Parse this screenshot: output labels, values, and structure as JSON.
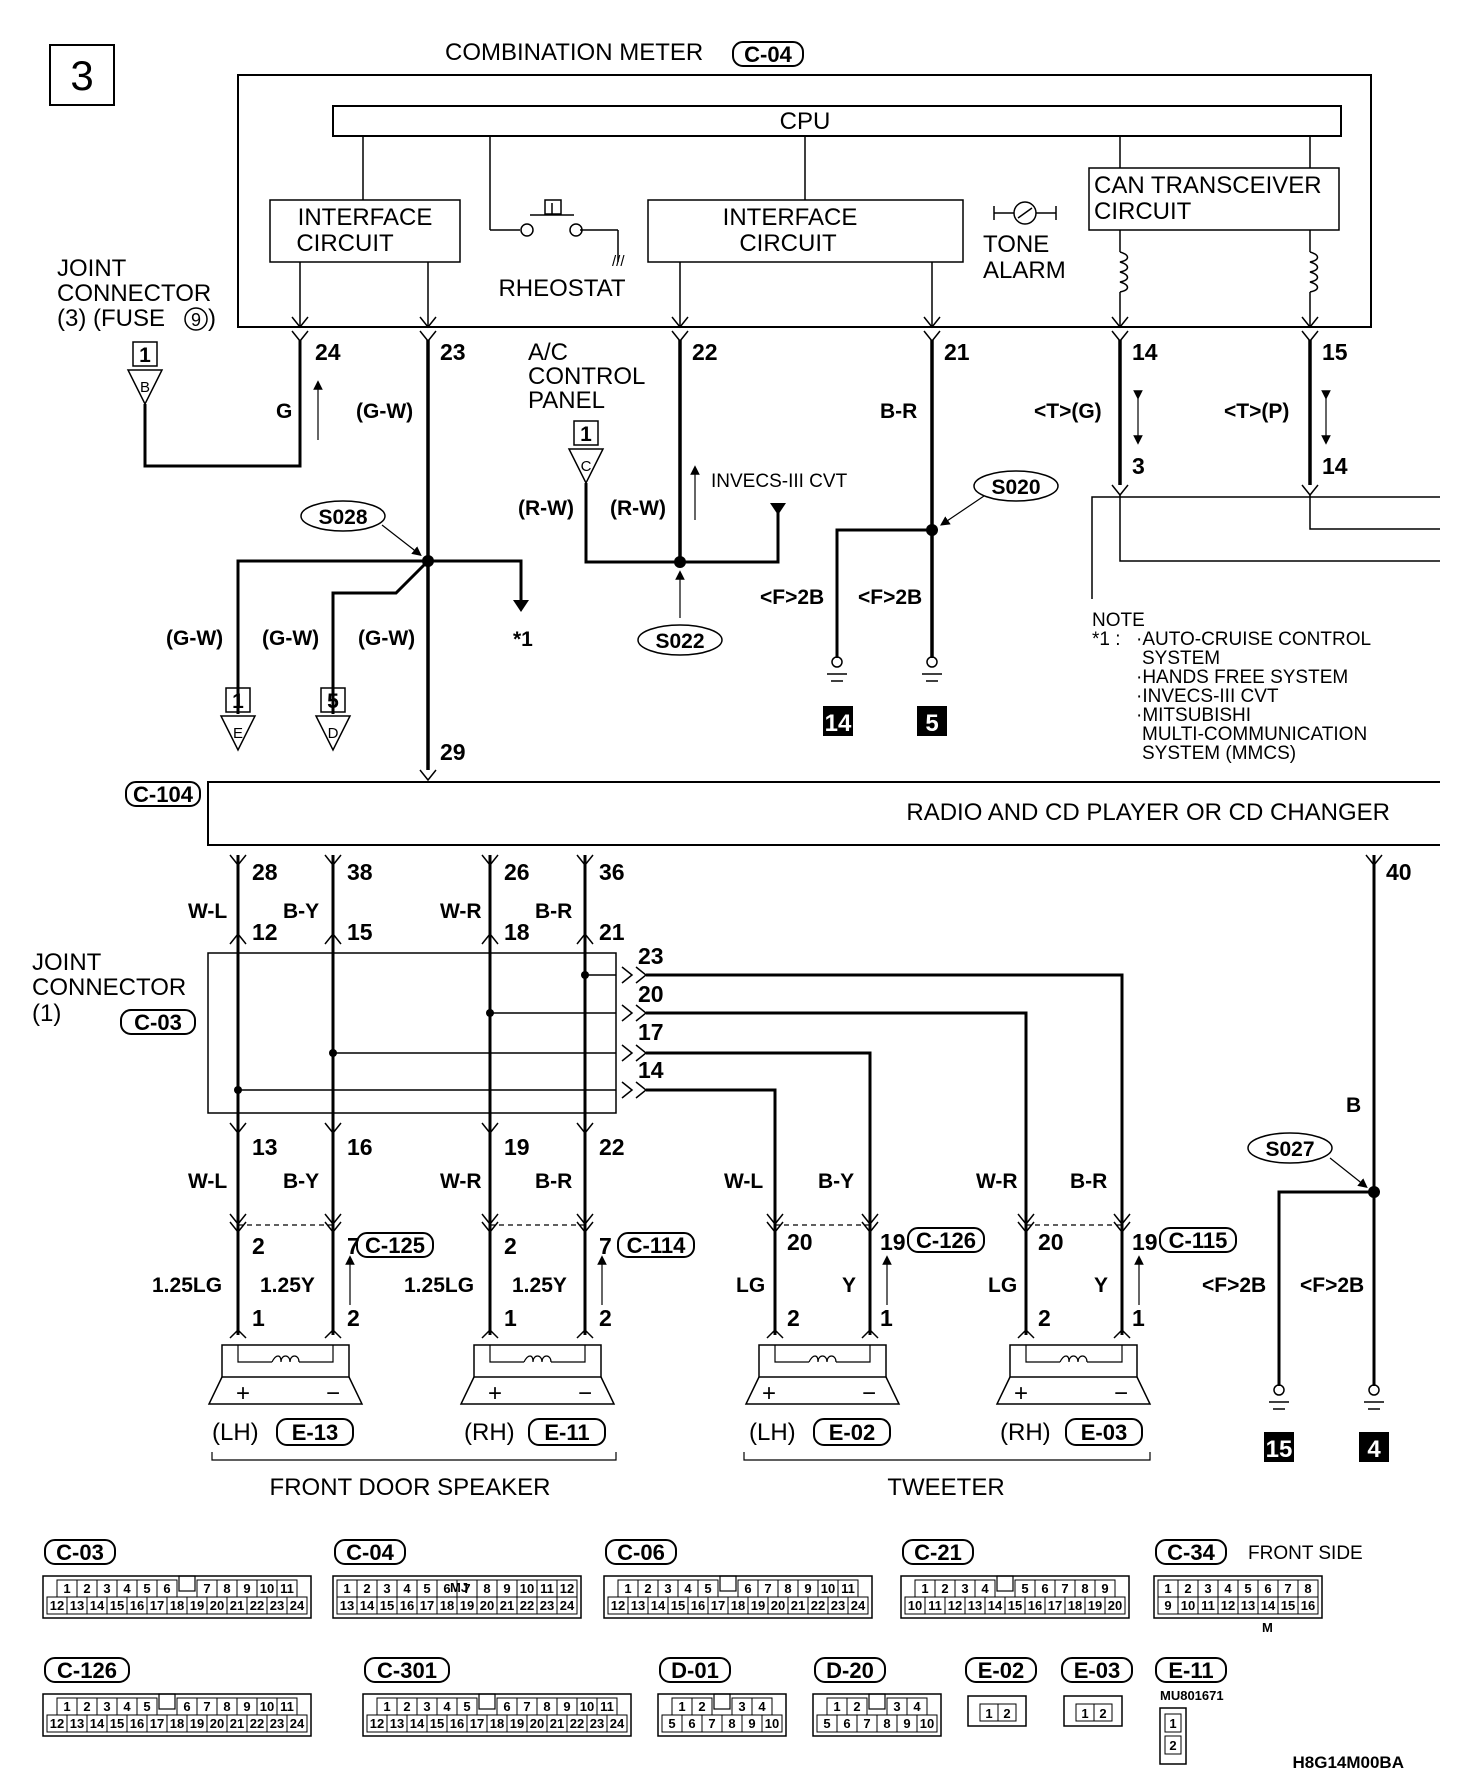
{
  "page_number": "3",
  "doc_code": "H8G14M00BA",
  "combination_meter": {
    "title": "COMBINATION METER",
    "connector": "C-04",
    "cpu": "CPU",
    "interface_left": [
      "INTERFACE",
      "CIRCUIT"
    ],
    "interface_right": [
      "INTERFACE",
      "CIRCUIT"
    ],
    "rheostat": "RHEOSTAT",
    "tone_alarm": [
      "TONE",
      "ALARM"
    ],
    "can": [
      "CAN TRANSCEIVER",
      "CIRCUIT"
    ],
    "pins": [
      "24",
      "23",
      "22",
      "21",
      "14",
      "15"
    ]
  },
  "joint_connector_3": [
    "JOINT",
    "CONNECTOR",
    "(3)   (FUSE",
    "9",
    ")"
  ],
  "ac_panel": [
    "A/C",
    "CONTROL",
    "PANEL"
  ],
  "invecs": "INVECS-III CVT",
  "wires": {
    "g": "G",
    "gw": "(G-W)",
    "rw": "(R-W)",
    "br": "B-R",
    "tg": "<T>(G)",
    "tp": "<T>(P)",
    "f2b": "<F>2B",
    "wl": "W-L",
    "by": "B-Y",
    "wr": "W-R",
    "b": "B",
    "lg125": "1.25LG",
    "y125": "1.25Y",
    "lg": "LG",
    "y": "Y"
  },
  "splices": [
    "S028",
    "S022",
    "S020",
    "S027"
  ],
  "refs": {
    "b1": "1",
    "b1l": "B",
    "c1": "1",
    "c1l": "C",
    "e1": "1",
    "e1l": "E",
    "d5": "5",
    "d5l": "D",
    "star1": "*1"
  },
  "grounds": [
    "14",
    "5",
    "15",
    "4"
  ],
  "can_pins": [
    "3",
    "14"
  ],
  "note": {
    "title": "NOTE",
    "star": "*1 :",
    "items": [
      "·AUTO-CRUISE CONTROL",
      "SYSTEM",
      "·HANDS FREE SYSTEM",
      "·INVECS-III CVT",
      "·MITSUBISHI",
      "MULTI-COMMUNICATION",
      "SYSTEM (MMCS)"
    ]
  },
  "radio": {
    "connector": "C-104",
    "title": "RADIO AND CD PLAYER OR CD CHANGER",
    "pin29": "29",
    "pins": [
      "28",
      "38",
      "26",
      "36",
      "40"
    ]
  },
  "joint_connector_1": {
    "lines": [
      "JOINT",
      "CONNECTOR",
      "(1)"
    ],
    "connector": "C-03",
    "top_pins": [
      "12",
      "15",
      "18",
      "21"
    ],
    "right_pins": [
      "23",
      "20",
      "17",
      "14"
    ],
    "bottom_pins": [
      "13",
      "16",
      "19",
      "22"
    ]
  },
  "speakers": [
    {
      "side": "(LH)",
      "conn": "E-13",
      "jconn": "C-125",
      "p1": "2",
      "p2": "7",
      "s1": "1",
      "s2": "2"
    },
    {
      "side": "(RH)",
      "conn": "E-11",
      "jconn": "C-114",
      "p1": "2",
      "p2": "7",
      "s1": "1",
      "s2": "2"
    },
    {
      "side": "(LH)",
      "conn": "E-02",
      "jconn": "C-126",
      "p1": "20",
      "p2": "19",
      "s1": "2",
      "s2": "1"
    },
    {
      "side": "(RH)",
      "conn": "E-03",
      "jconn": "C-115",
      "p1": "20",
      "p2": "19",
      "s1": "2",
      "s2": "1"
    }
  ],
  "groups": {
    "front_door": "FRONT DOOR SPEAKER",
    "tweeter": "TWEETER"
  },
  "connector_views": {
    "c03": {
      "label": "C-03",
      "r1": [
        "1",
        "2",
        "3",
        "4",
        "5",
        "6",
        "",
        "7",
        "8",
        "9",
        "10",
        "11"
      ],
      "r2": [
        "12",
        "13",
        "14",
        "15",
        "16",
        "17",
        "18",
        "19",
        "20",
        "21",
        "22",
        "23",
        "24"
      ]
    },
    "c04": {
      "label": "C-04",
      "tag": "MJ",
      "r1": [
        "1",
        "2",
        "3",
        "4",
        "5",
        "6",
        "7",
        "8",
        "9",
        "10",
        "11",
        "12"
      ],
      "r2": [
        "13",
        "14",
        "15",
        "16",
        "17",
        "18",
        "19",
        "20",
        "21",
        "22",
        "23",
        "24"
      ]
    },
    "c06": {
      "label": "C-06",
      "r1": [
        "1",
        "2",
        "3",
        "4",
        "5",
        "",
        "6",
        "7",
        "8",
        "9",
        "10",
        "11"
      ],
      "r2": [
        "12",
        "13",
        "14",
        "15",
        "16",
        "17",
        "18",
        "19",
        "20",
        "21",
        "22",
        "23",
        "24"
      ]
    },
    "c21": {
      "label": "C-21",
      "r1": [
        "1",
        "2",
        "3",
        "4",
        "",
        "5",
        "6",
        "7",
        "8",
        "9"
      ],
      "r2": [
        "10",
        "11",
        "12",
        "13",
        "14",
        "15",
        "16",
        "17",
        "18",
        "19",
        "20"
      ]
    },
    "c34": {
      "label": "C-34",
      "side": "FRONT SIDE",
      "r1": [
        "1",
        "2",
        "3",
        "4",
        "5",
        "6",
        "7",
        "8"
      ],
      "r2": [
        "9",
        "10",
        "11",
        "12",
        "13",
        "14",
        "15",
        "16"
      ],
      "tag": "M"
    },
    "c126": {
      "label": "C-126",
      "r1": [
        "1",
        "2",
        "3",
        "4",
        "5",
        "",
        "6",
        "7",
        "8",
        "9",
        "10",
        "11"
      ],
      "r2": [
        "12",
        "13",
        "14",
        "15",
        "16",
        "17",
        "18",
        "19",
        "20",
        "21",
        "22",
        "23",
        "24"
      ]
    },
    "c301": {
      "label": "C-301",
      "r1": [
        "1",
        "2",
        "3",
        "4",
        "5",
        "",
        "6",
        "7",
        "8",
        "9",
        "10",
        "11"
      ],
      "r2": [
        "12",
        "13",
        "14",
        "15",
        "16",
        "17",
        "18",
        "19",
        "20",
        "21",
        "22",
        "23",
        "24"
      ]
    },
    "d01": {
      "label": "D-01",
      "r1": [
        "1",
        "2",
        "",
        "3",
        "4"
      ],
      "r2": [
        "5",
        "6",
        "7",
        "8",
        "9",
        "10"
      ]
    },
    "d20": {
      "label": "D-20",
      "r1": [
        "1",
        "2",
        "",
        "3",
        "4"
      ],
      "r2": [
        "5",
        "6",
        "7",
        "8",
        "9",
        "10"
      ]
    },
    "e02": {
      "label": "E-02",
      "r": [
        "1",
        "2"
      ]
    },
    "e03": {
      "label": "E-03",
      "r": [
        "1",
        "2"
      ]
    },
    "e11": {
      "label": "E-11",
      "part": "MU801671",
      "r": [
        "1",
        "2"
      ]
    }
  }
}
